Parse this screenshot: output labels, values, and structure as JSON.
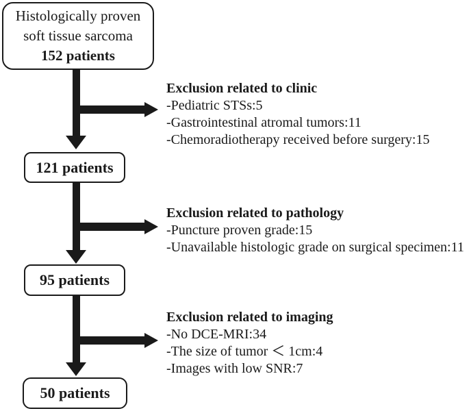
{
  "colors": {
    "ink": "#1a1a1a",
    "background": "#ffffff"
  },
  "flow": {
    "start_box": {
      "line1": "Histologically proven",
      "line2": "soft tissue sarcoma",
      "count": "152 patients"
    },
    "boxes": [
      {
        "label": "121 patients"
      },
      {
        "label": "95 patients"
      },
      {
        "label": "50 patients"
      }
    ],
    "exclusions": [
      {
        "title": "Exclusion related to clinic",
        "items": [
          "-Pediatric STSs:5",
          "-Gastrointestinal atromal tumors:11",
          "-Chemoradiotherapy received before surgery:15"
        ]
      },
      {
        "title": "Exclusion related to pathology",
        "items": [
          "-Puncture proven grade:15",
          "-Unavailable histologic grade on surgical specimen:11"
        ]
      },
      {
        "title": "Exclusion related to imaging",
        "items": [
          "-No DCE-MRI:34",
          "-The size of tumor ＜ 1cm:4",
          "-Images with low SNR:7"
        ]
      }
    ]
  }
}
